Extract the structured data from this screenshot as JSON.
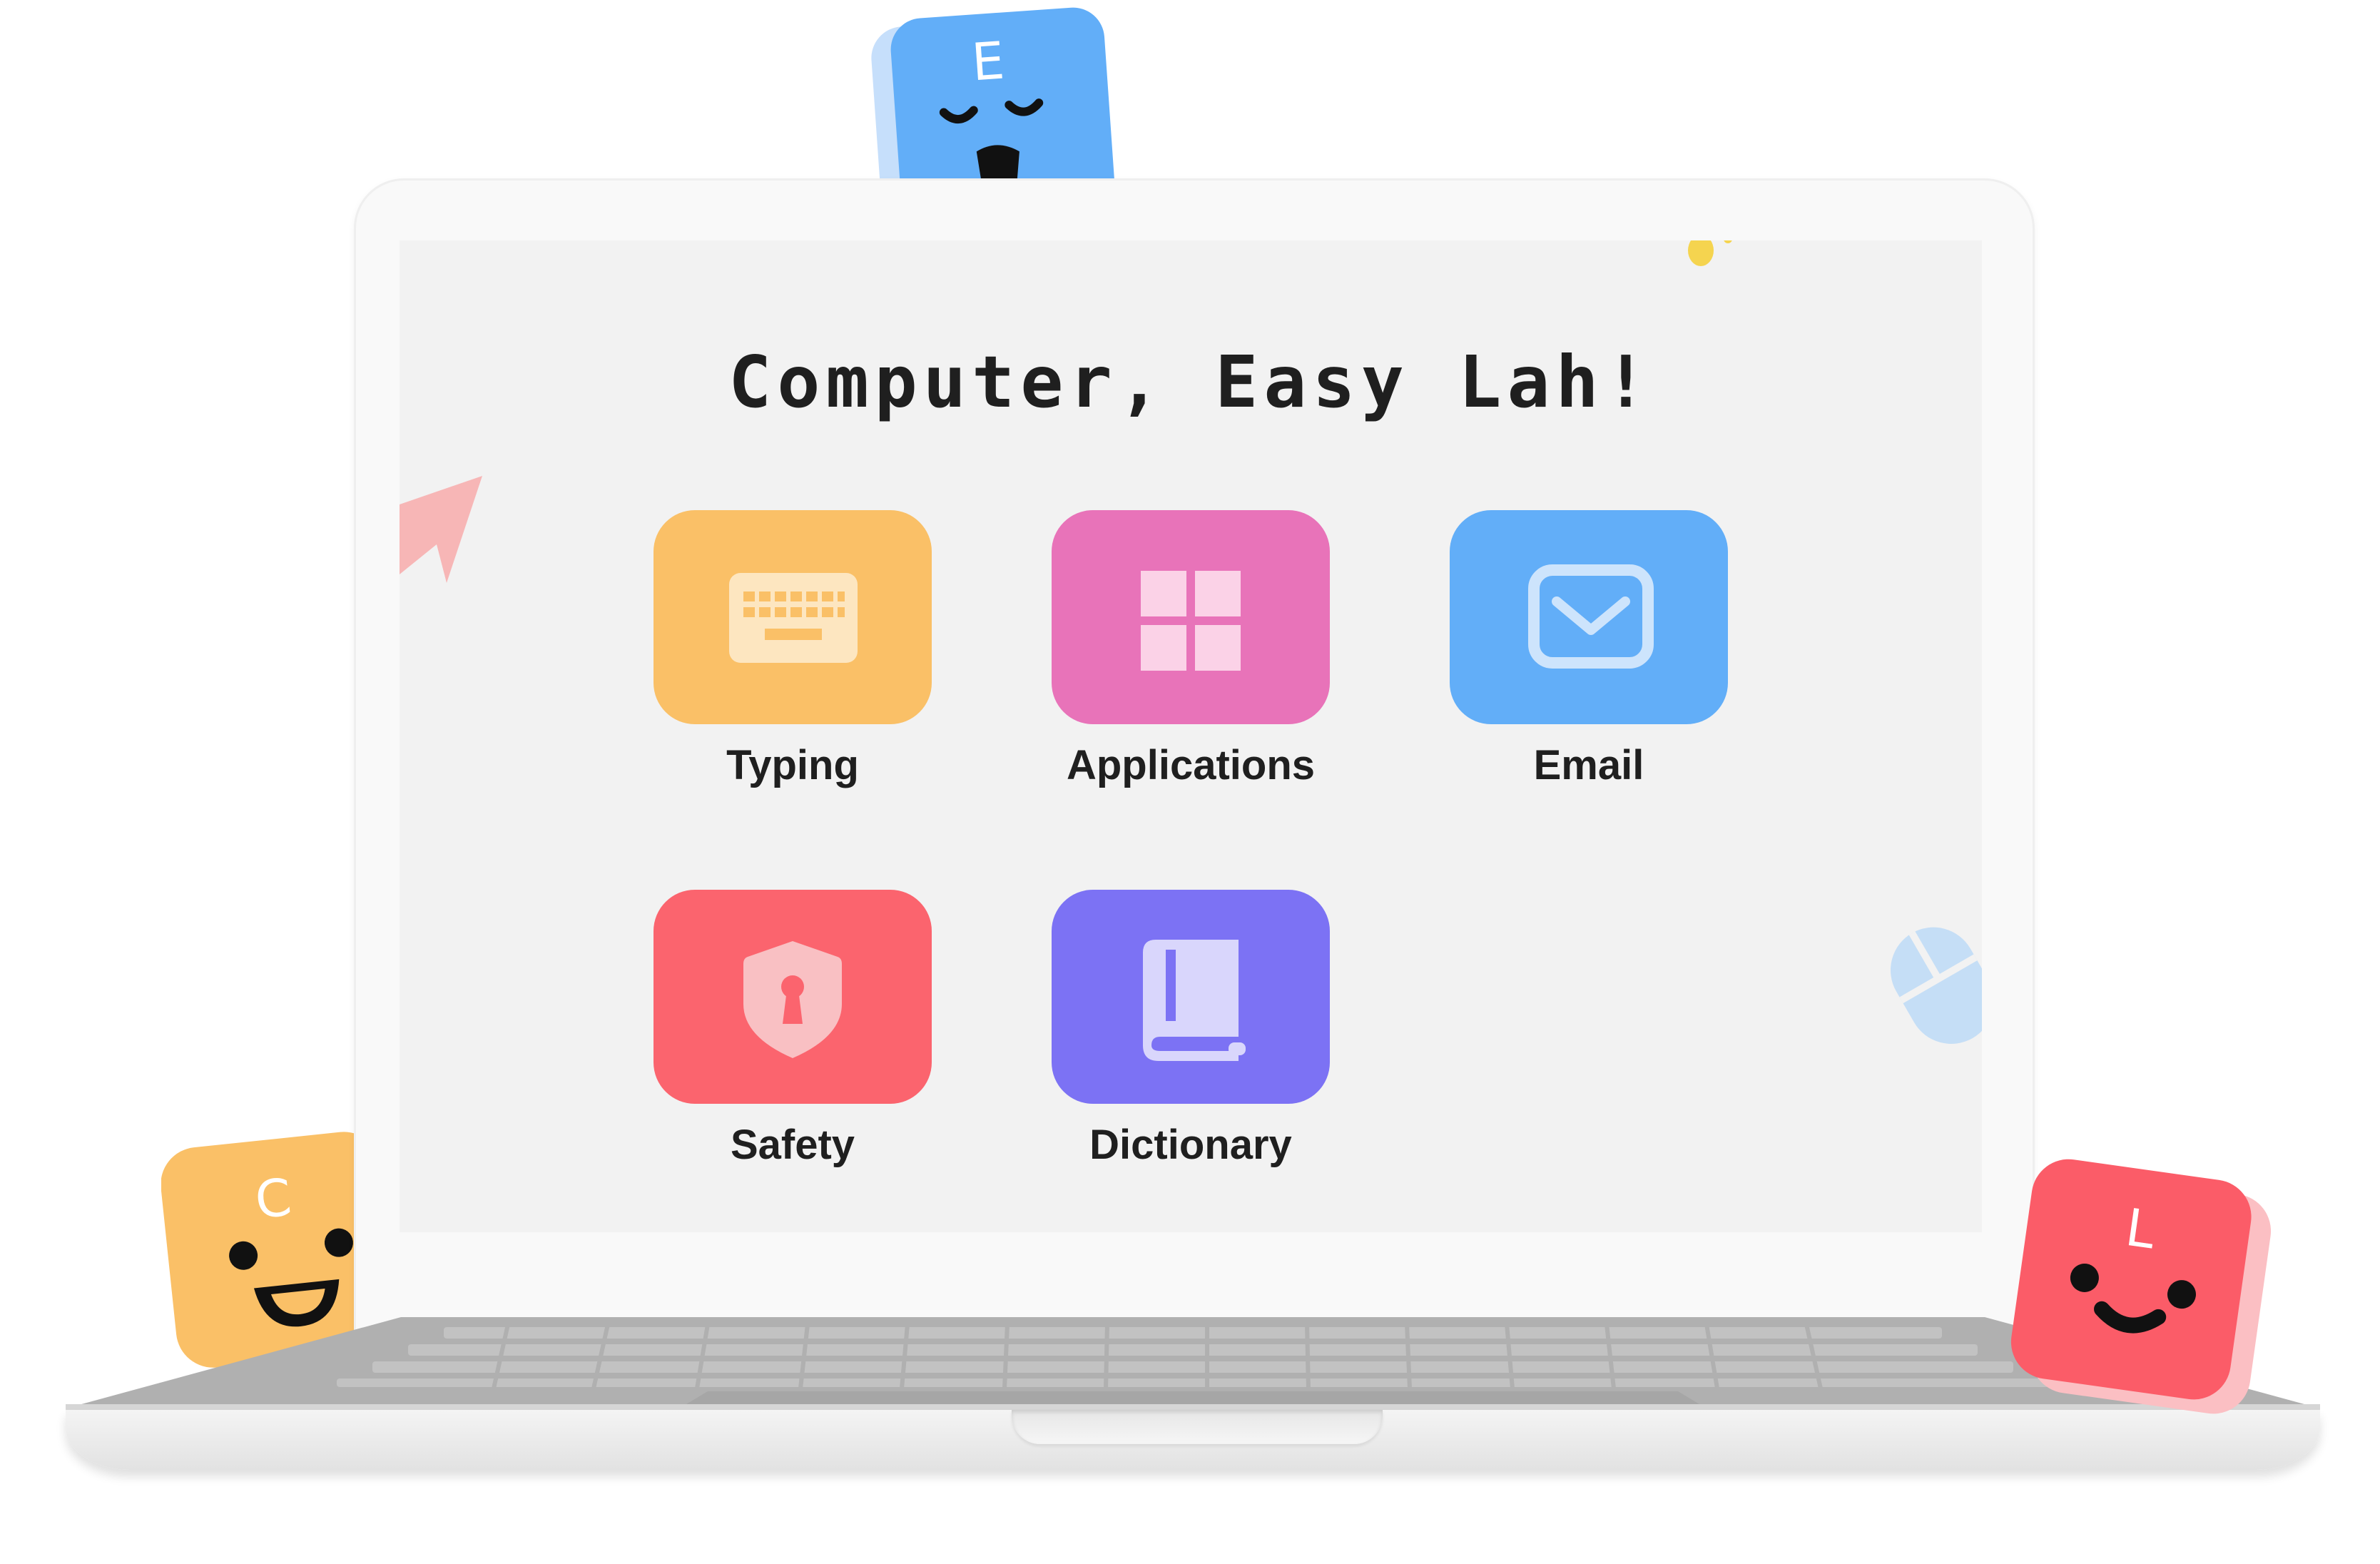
{
  "app": {
    "title": "Computer, Easy Lah!"
  },
  "tiles": [
    {
      "label": "Typing",
      "icon": "keyboard-icon",
      "color": "#FAC067",
      "icon_color": "#FDE6C0"
    },
    {
      "label": "Applications",
      "icon": "grid-icon",
      "color": "#E873B9",
      "icon_color": "#FBD2E7"
    },
    {
      "label": "Email",
      "icon": "mail-icon",
      "color": "#62AEF8",
      "icon_color": "#CDE4FC"
    },
    {
      "label": "Safety",
      "icon": "shield-lock-icon",
      "color": "#FB646E",
      "icon_color": "#F9C0C3"
    },
    {
      "label": "Dictionary",
      "icon": "book-icon",
      "color": "#7C72F4",
      "icon_color": "#D9D6FC"
    }
  ],
  "mascots": [
    {
      "letter": "E",
      "color": "#62AEF8"
    },
    {
      "letter": "C",
      "color": "#FAC067"
    },
    {
      "letter": "L",
      "color": "#FB5C68"
    }
  ]
}
